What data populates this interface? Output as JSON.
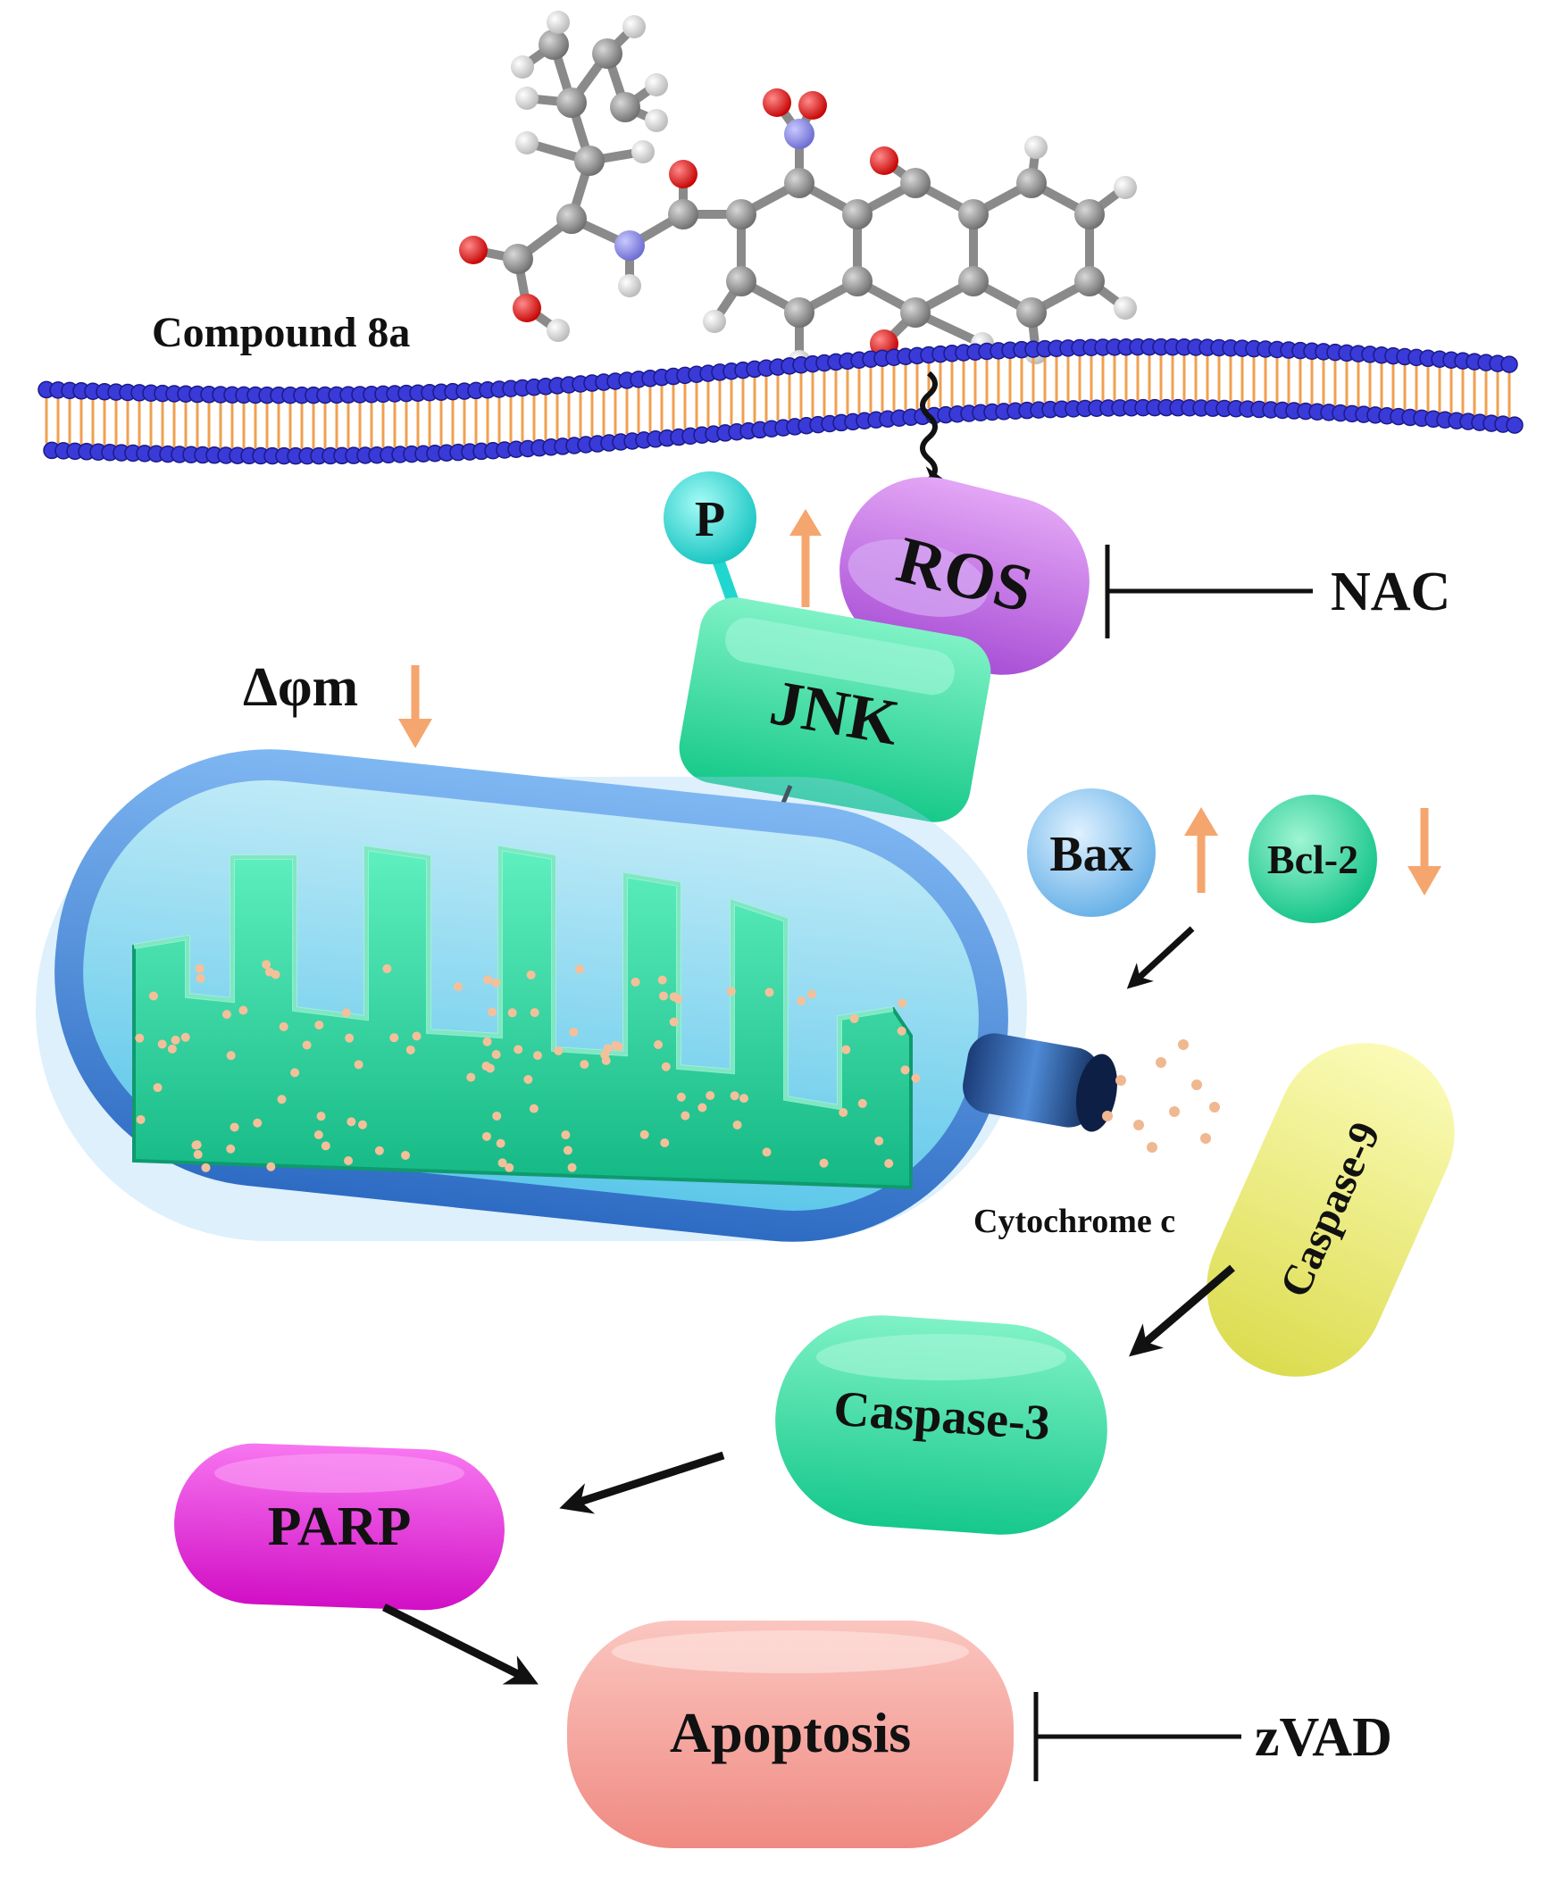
{
  "labels": {
    "compound": "Compound 8a",
    "phospho": "P",
    "ros": "ROS",
    "nac": "NAC",
    "jnk": "JNK",
    "membrane_potential": "Δφm",
    "bax": "Bax",
    "bcl2": "Bcl-2",
    "cytochrome_c": "Cytochrome c",
    "caspase9": "Caspase-9",
    "caspase3": "Caspase-3",
    "parp": "PARP",
    "apoptosis": "Apoptosis",
    "zvad": "zVAD"
  },
  "regulation": {
    "ros": "up",
    "membrane_potential": "down",
    "bax": "up",
    "bcl2": "down"
  },
  "colors": {
    "membrane_head": "#3a3ad8",
    "membrane_tail": "#f0a050",
    "ros": "#c46ee6",
    "phospho": "#22d6d0",
    "jnk": "#2ee0a0",
    "bax": "#8cc8f0",
    "bcl2": "#1fd99a",
    "caspase9": "#ecec70",
    "caspase3": "#2ee0a0",
    "parp": "#e61fd8",
    "apoptosis": "#f4a098",
    "mito_outer": "#4a86d8",
    "mito_matrix": "#2edca0",
    "regulation_arrow": "#f5a66e",
    "arrow": "#111111"
  },
  "icons": [
    "molecule-icon",
    "membrane-icon",
    "mitochondrion-icon",
    "channel-icon"
  ]
}
